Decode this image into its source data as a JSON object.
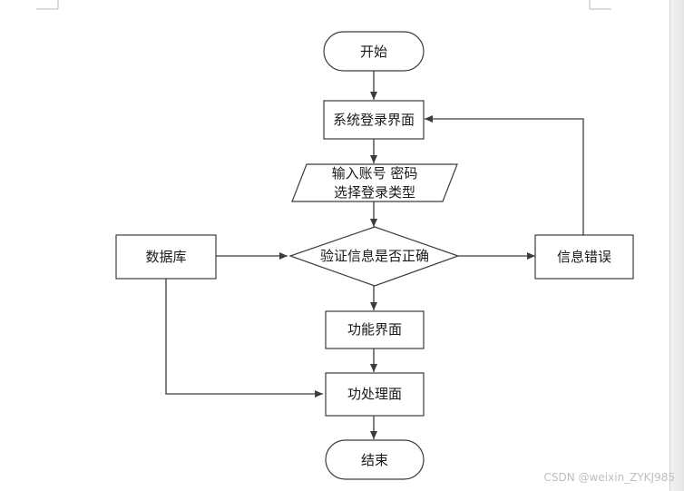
{
  "nodes": {
    "start": "开始",
    "login": "系统登录界面",
    "input_line1": "输入账号 密码",
    "input_line2": "选择登录类型",
    "database": "数据库",
    "verify": "验证信息是否正确",
    "error": "信息错误",
    "function": "功能界面",
    "process": "功处理面",
    "end": "结束"
  },
  "watermark": "CSDN @weixin_ZYKJ985"
}
